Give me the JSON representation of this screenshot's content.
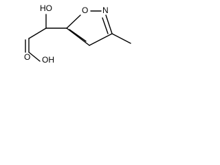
{
  "molecule": {
    "atoms": {
      "hydroxyl_top": "HO",
      "ring_oxygen": "O",
      "ring_nitrogen": "N",
      "acid_carbonyl_oxygen": "O",
      "acid_hydroxyl": "OH"
    }
  }
}
